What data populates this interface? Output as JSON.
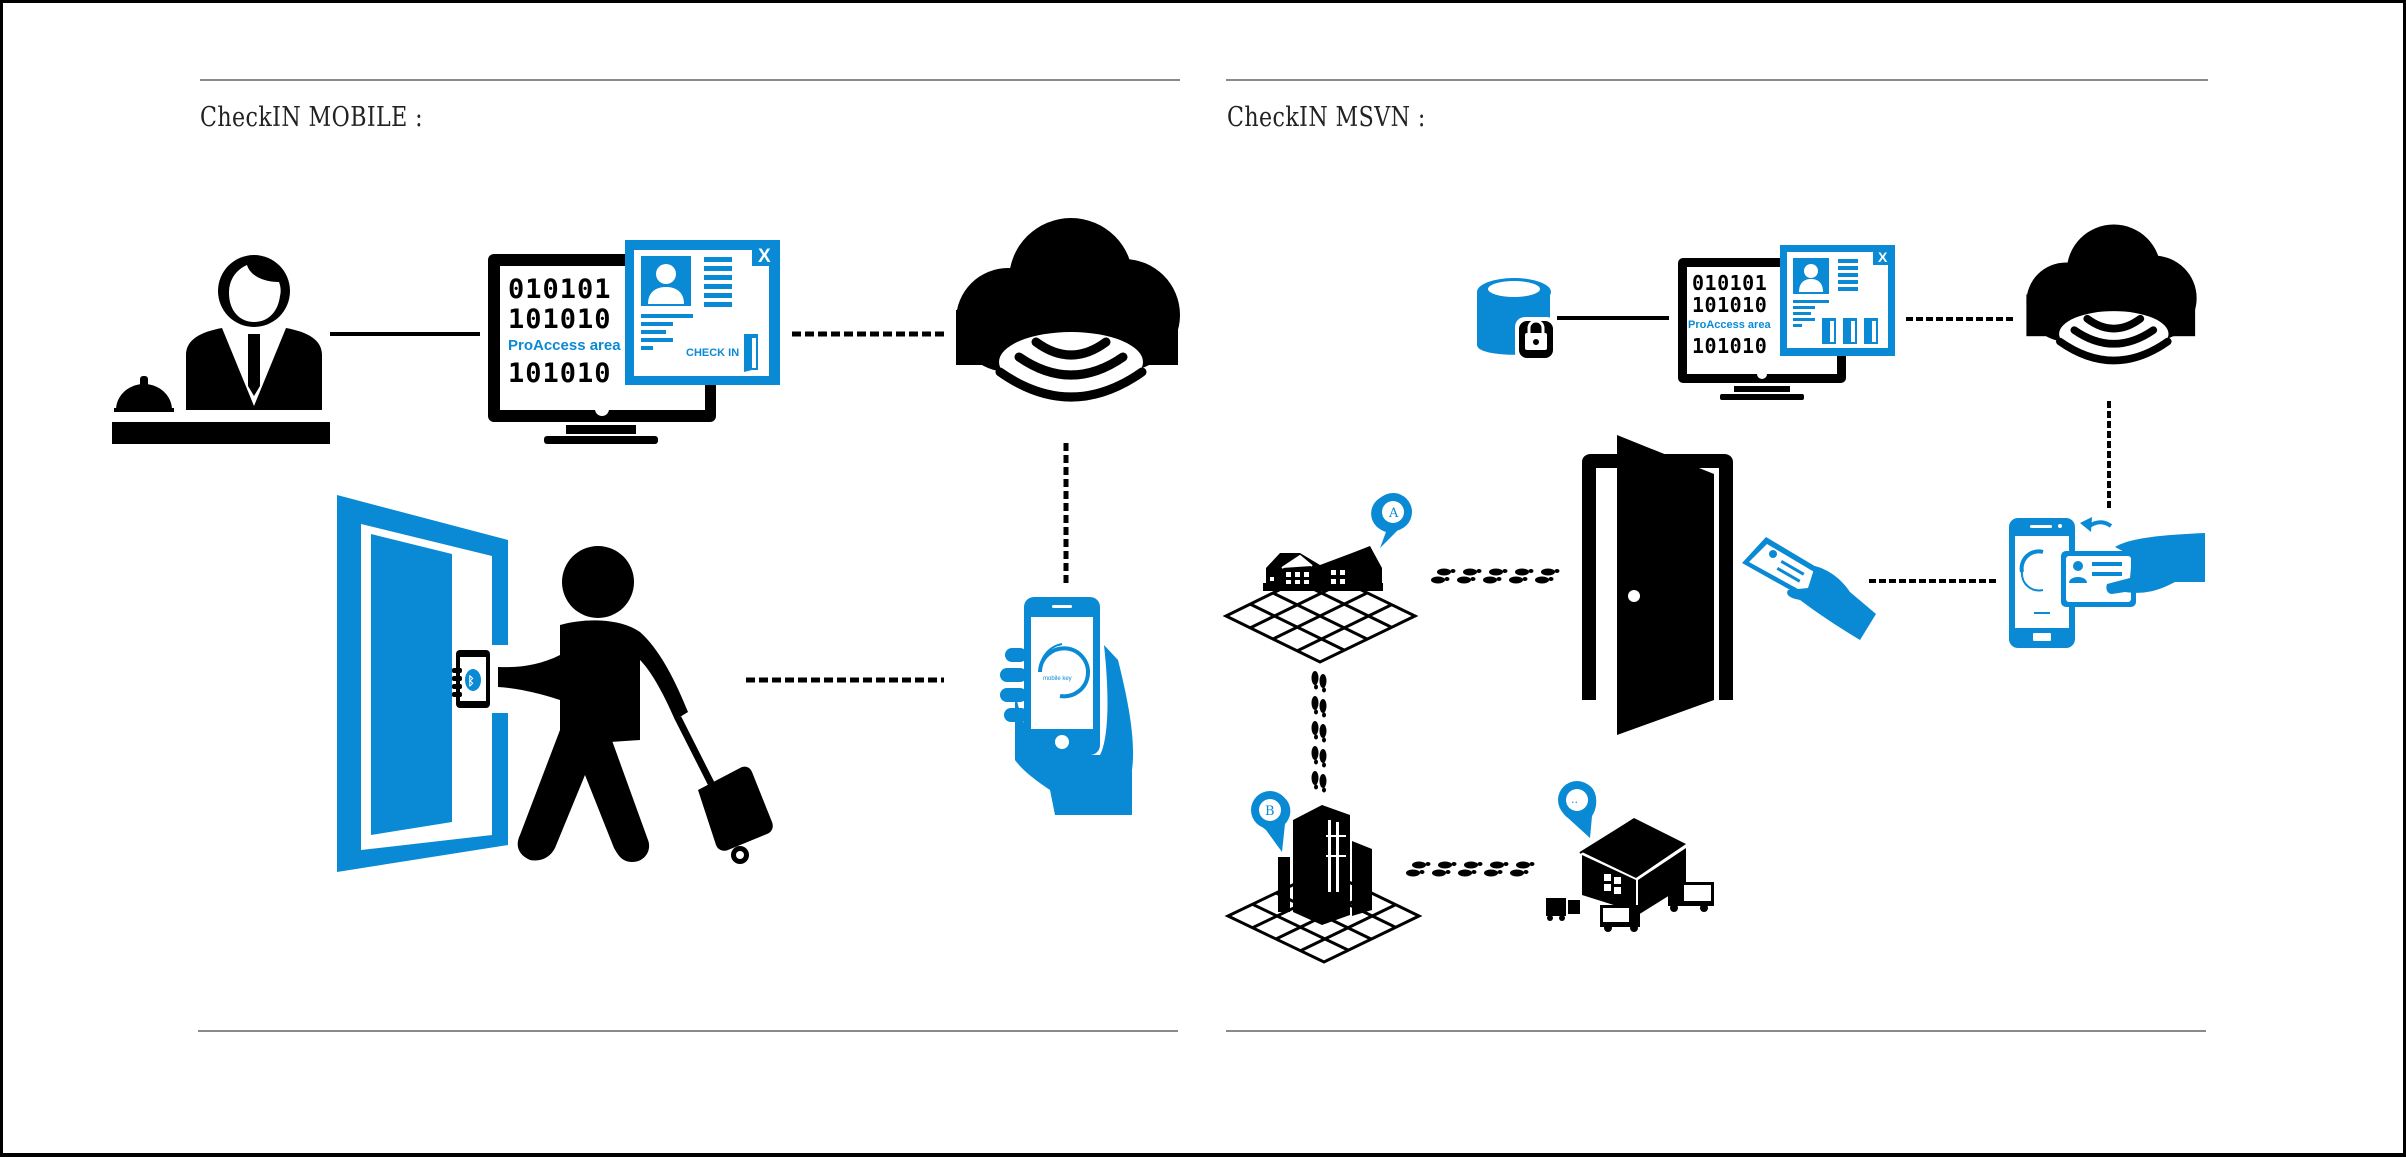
{
  "colors": {
    "accent_blue": "#0a8ad4",
    "icon_black": "#000000",
    "rule_gray": "#8a8a8a",
    "background": "#ffffff"
  },
  "panels": [
    {
      "id": "mobile",
      "title": "CheckIN MOBILE :",
      "nodes": [
        {
          "name": "receptionist",
          "icon": "receptionist-desk-icon"
        },
        {
          "name": "proaccess-monitor",
          "icon": "computer-monitor-icon",
          "binary_lines": [
            "010101",
            "101010",
            "101010"
          ],
          "area_label": "ProAccess area",
          "card_close": "X",
          "card_action": "CHECK IN"
        },
        {
          "name": "cloud",
          "icon": "cloud-wireless-icon"
        },
        {
          "name": "guest",
          "icon": "guest-with-luggage-icon",
          "phone_icon": "bluetooth-icon"
        },
        {
          "name": "door",
          "icon": "open-door-icon"
        },
        {
          "name": "mobile-key-phone",
          "icon": "hand-holding-phone-icon",
          "screen_label": "mobile key"
        }
      ],
      "connections": [
        {
          "from": "receptionist",
          "to": "proaccess-monitor",
          "style": "solid"
        },
        {
          "from": "proaccess-monitor",
          "to": "cloud",
          "style": "dashed"
        },
        {
          "from": "cloud",
          "to": "mobile-key-phone",
          "style": "dashed"
        },
        {
          "from": "guest",
          "to": "mobile-key-phone",
          "style": "dashed"
        }
      ]
    },
    {
      "id": "msvn",
      "title": "CheckIN MSVN :",
      "nodes": [
        {
          "name": "secure-database",
          "icon": "database-lock-icon"
        },
        {
          "name": "proaccess-monitor",
          "icon": "computer-monitor-icon",
          "binary_lines": [
            "010101",
            "101010",
            "101010"
          ],
          "area_label": "ProAccess area",
          "card_close": "X"
        },
        {
          "name": "cloud",
          "icon": "cloud-wireless-icon"
        },
        {
          "name": "phone-card-update",
          "icon": "phone-card-update-icon"
        },
        {
          "name": "door",
          "icon": "open-door-icon"
        },
        {
          "name": "card-hand",
          "icon": "hand-holding-card-icon"
        },
        {
          "name": "location-a",
          "icon": "house-icon",
          "pin_label": "A"
        },
        {
          "name": "location-b",
          "icon": "office-building-icon",
          "pin_label": "B"
        },
        {
          "name": "location-more",
          "icon": "warehouse-icon",
          "pin_label": ".."
        }
      ],
      "connections": [
        {
          "from": "secure-database",
          "to": "proaccess-monitor",
          "style": "solid"
        },
        {
          "from": "proaccess-monitor",
          "to": "cloud",
          "style": "dashed"
        },
        {
          "from": "cloud",
          "to": "phone-card-update",
          "style": "dashed"
        },
        {
          "from": "card-hand",
          "to": "phone-card-update",
          "style": "dashed"
        },
        {
          "from": "location-a",
          "to": "door",
          "style": "footprints"
        },
        {
          "from": "location-a",
          "to": "location-b",
          "style": "footprints"
        },
        {
          "from": "location-b",
          "to": "location-more",
          "style": "footprints"
        }
      ]
    }
  ]
}
